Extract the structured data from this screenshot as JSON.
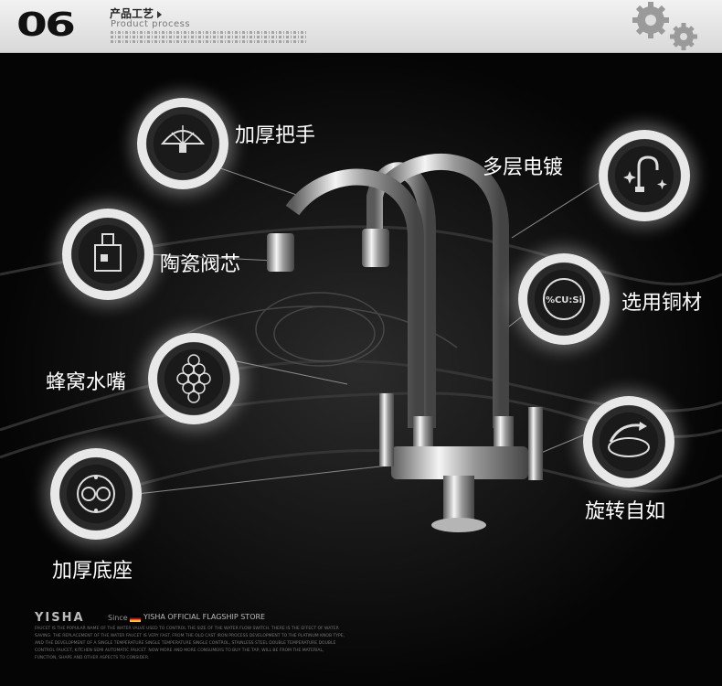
{
  "header": {
    "badge": "06",
    "title": "产品工艺",
    "subtitle": "Product process"
  },
  "features": [
    {
      "label": "加厚把手",
      "icon": "handle-icon"
    },
    {
      "label": "多层电镀",
      "icon": "faucet-sparkle-icon"
    },
    {
      "label": "陶瓷阀芯",
      "icon": "valve-core-icon"
    },
    {
      "label": "选用铜材",
      "icon": "copper-percent-icon",
      "icon_text": "%CU:Si"
    },
    {
      "label": "蜂窝水嘴",
      "icon": "honeycomb-icon"
    },
    {
      "label": "旋转自如",
      "icon": "rotation-icon"
    },
    {
      "label": "加厚底座",
      "icon": "base-icon"
    }
  ],
  "footer": {
    "brand": "YISHA",
    "since": "Since",
    "store": "YISHA OFFICIAL FLAGSHIP STORE",
    "text": "FAUCET IS THE POPULAR NAME OF THE WATER VALVE USED TO CONTROL THE SIZE OF THE WATER FLOW SWITCH. THERE IS THE EFFECT OF WATER SAVING. THE REPLACEMENT OF THE WATER FAUCET IS VERY FAST. FROM THE OLD CAST IRON PROCESS DEVELOPMENT TO THE PLATINUM KNOB TYPE, AND THE DEVELOPMENT OF A SINGLE TEMPERATURE SINGLE TEMPERATURE SINGLE CONTROL, STAINLESS STEEL DOUBLE TEMPERATURE DOUBLE CONTROL FAUCET, KITCHEN SEMI AUTOMATIC FAUCET. NOW MORE AND MORE CONSUMERS TO BUY THE TAP, WILL BE FROM THE MATERIAL, FUNCTION, SHAPE AND OTHER ASPECTS TO CONSIDER."
  }
}
